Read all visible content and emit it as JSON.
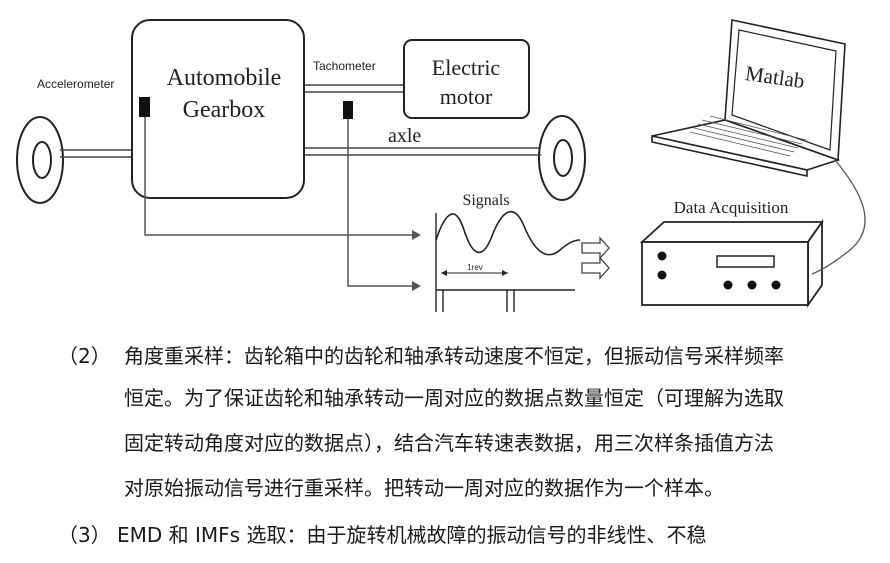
{
  "figure": {
    "accelerometer_label": "Accelerometer",
    "tachometer_label": "Tachometer",
    "gearbox_label_line1": "Automobile",
    "gearbox_label_line2": "Gearbox",
    "motor_label_line1": "Electric",
    "motor_label_line2": "motor",
    "axle_label": "axle",
    "signals_label": "Signals",
    "rev_label": "1rev",
    "daq_label": "Data Acquisition",
    "laptop_screen_label": "Matlab"
  },
  "paragraphs": [
    {
      "number": "（2）",
      "lines": [
        "角度重采样：齿轮箱中的齿轮和轴承转动速度不恒定，但振动信号采样频率",
        "恒定。为了保证齿轮和轴承转动一周对应的数据点数量恒定（可理解为选取",
        "固定转动角度对应的数据点），结合汽车转速表数据，用三次样条插值方法",
        "对原始振动信号进行重采样。把转动一周对应的数据作为一个样本。"
      ]
    },
    {
      "number": "（3）",
      "lines": [
        "EMD 和 IMFs 选取：由于旋转机械故障的振动信号的非线性、不稳"
      ]
    }
  ]
}
